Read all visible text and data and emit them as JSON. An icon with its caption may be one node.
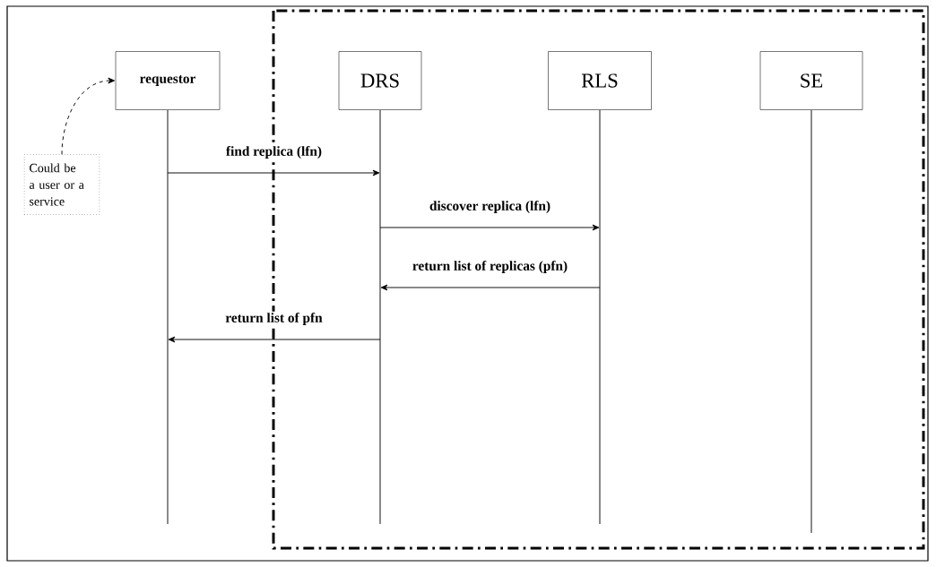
{
  "diagram": {
    "nodes": [
      {
        "text": [
          "requestor"
        ]
      },
      {
        "text": [
          "DRS"
        ]
      },
      {
        "text": [
          "RLS"
        ]
      },
      {
        "text": [
          "SE"
        ]
      },
      {
        "text": [
          "Could be a user or a service"
        ]
      },
      {
        "text": [],
        "shape": "line"
      },
      {
        "text": [],
        "shape": "line"
      },
      {
        "text": [],
        "shape": "line"
      },
      {
        "text": [],
        "shape": "line"
      }
    ],
    "edges": [
      {
        "from": 5,
        "to": 6,
        "arrow": "to",
        "label": "find replica (lfn)"
      },
      {
        "from": 6,
        "to": 7,
        "arrow": "to",
        "label": "discover replica (lfn)"
      },
      {
        "from": 7,
        "to": 6,
        "arrow": "to",
        "label": "return list of replicas (pfn)"
      },
      {
        "from": 6,
        "to": 5,
        "arrow": "to",
        "label": "return list of pfn"
      },
      {
        "from": 4,
        "to": 0,
        "arrow": "to",
        "style": "dashed"
      }
    ]
  }
}
